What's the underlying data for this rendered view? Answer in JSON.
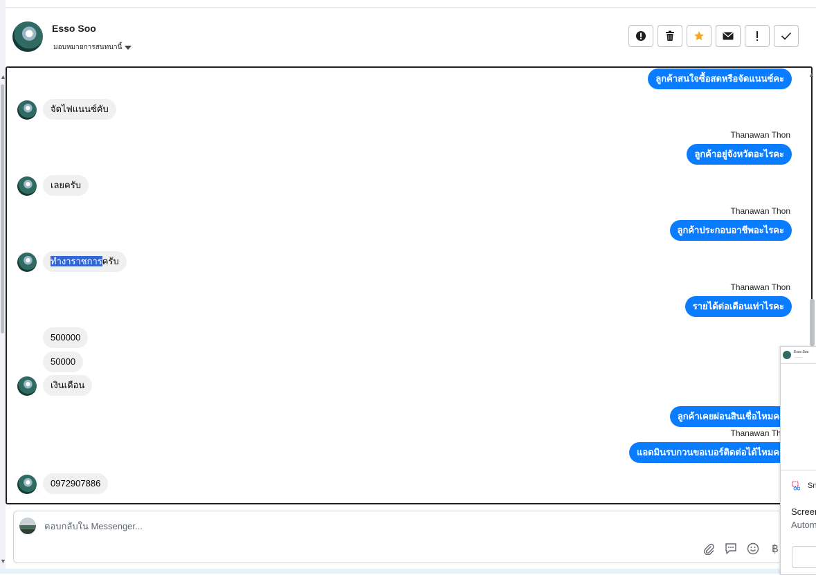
{
  "header": {
    "name": "Esso Soo",
    "assign_label": "มอบหมายการสนทนานี้",
    "toolbar": [
      {
        "name": "report-spam-button",
        "icon": "exclamation-circle-icon"
      },
      {
        "name": "delete-button",
        "icon": "trash-icon"
      },
      {
        "name": "star-button",
        "icon": "star-icon",
        "color": "#f5a623"
      },
      {
        "name": "mark-unread-button",
        "icon": "envelope-icon"
      },
      {
        "name": "follow-up-button",
        "icon": "exclamation-icon"
      },
      {
        "name": "done-button",
        "icon": "check-icon"
      }
    ]
  },
  "messages": {
    "out_1": "ลูกค้าสนใจซื้อสดหรือจัดแนนซ์คะ",
    "in_1": "จัดไฟแนนซ์คับ",
    "sender_2": "Thanawan Thon",
    "out_2": "ลูกค้าอยู่จังหวัดอะไรคะ",
    "in_2": "เลยครับ",
    "sender_3": "Thanawan Thon",
    "out_3": "ลูกค้าประกอบอาชีพอะไรคะ",
    "in_3_selected": "ทำงาราชการ",
    "in_3_rest": "ครับ",
    "sender_4": "Thanawan Thon",
    "out_4": "รายได้ต่อเดือนเท่าไรคะ",
    "in_4a": "500000",
    "in_4b": "50000",
    "in_4c": "เงินเดือน",
    "out_5": "ลูกค้าเคยผ่อนสินเชื่อไหมคะ",
    "sender_6": "Thanawan Thon",
    "out_6": "แอดมินรบกวนขอเบอร์ติดต่อได้ไหมคะ",
    "in_6": "0972907886"
  },
  "composer": {
    "placeholder": "ตอบกลับใน Messenger...",
    "icons": [
      "paperclip-icon",
      "saved-reply-icon",
      "emoji-icon",
      "baht-icon"
    ],
    "baht_glyph": "฿"
  },
  "popup": {
    "name": "Esso Soo",
    "snip_label": "Sn",
    "title": "Screen",
    "subtitle": "Autom"
  },
  "colors": {
    "outgoing_bubble": "#0a7cff",
    "incoming_bubble": "#f0f0f0",
    "selection": "#3367d6",
    "star": "#f5a623"
  }
}
